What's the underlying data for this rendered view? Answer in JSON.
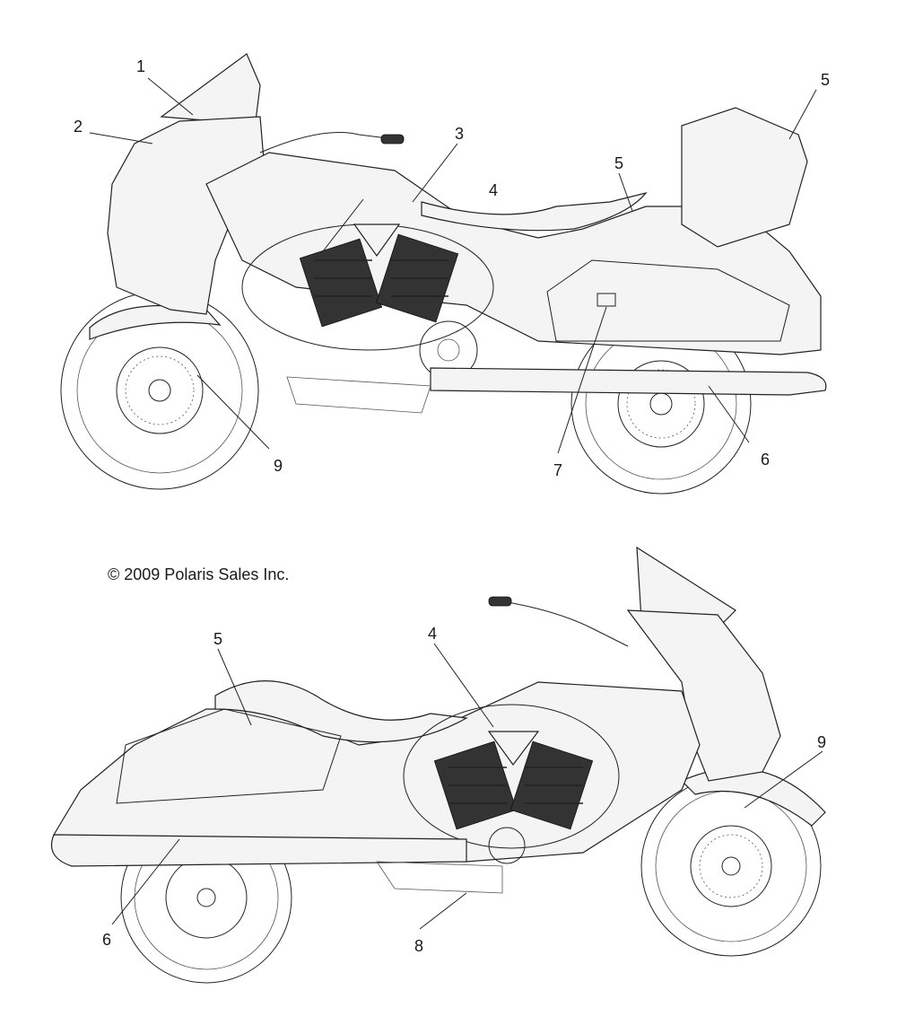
{
  "copyright": "© 2009 Polaris Sales Inc.",
  "callouts": {
    "top": {
      "c1": "1",
      "c2": "2",
      "c3": "3",
      "c4": "4",
      "c5a": "5",
      "c5b": "5",
      "c6": "6",
      "c7": "7",
      "c9": "9"
    },
    "bottom": {
      "c4": "4",
      "c5": "5",
      "c6": "6",
      "c8": "8",
      "c9": "9"
    }
  },
  "colors": {
    "line": "#222222",
    "background": "#ffffff"
  }
}
